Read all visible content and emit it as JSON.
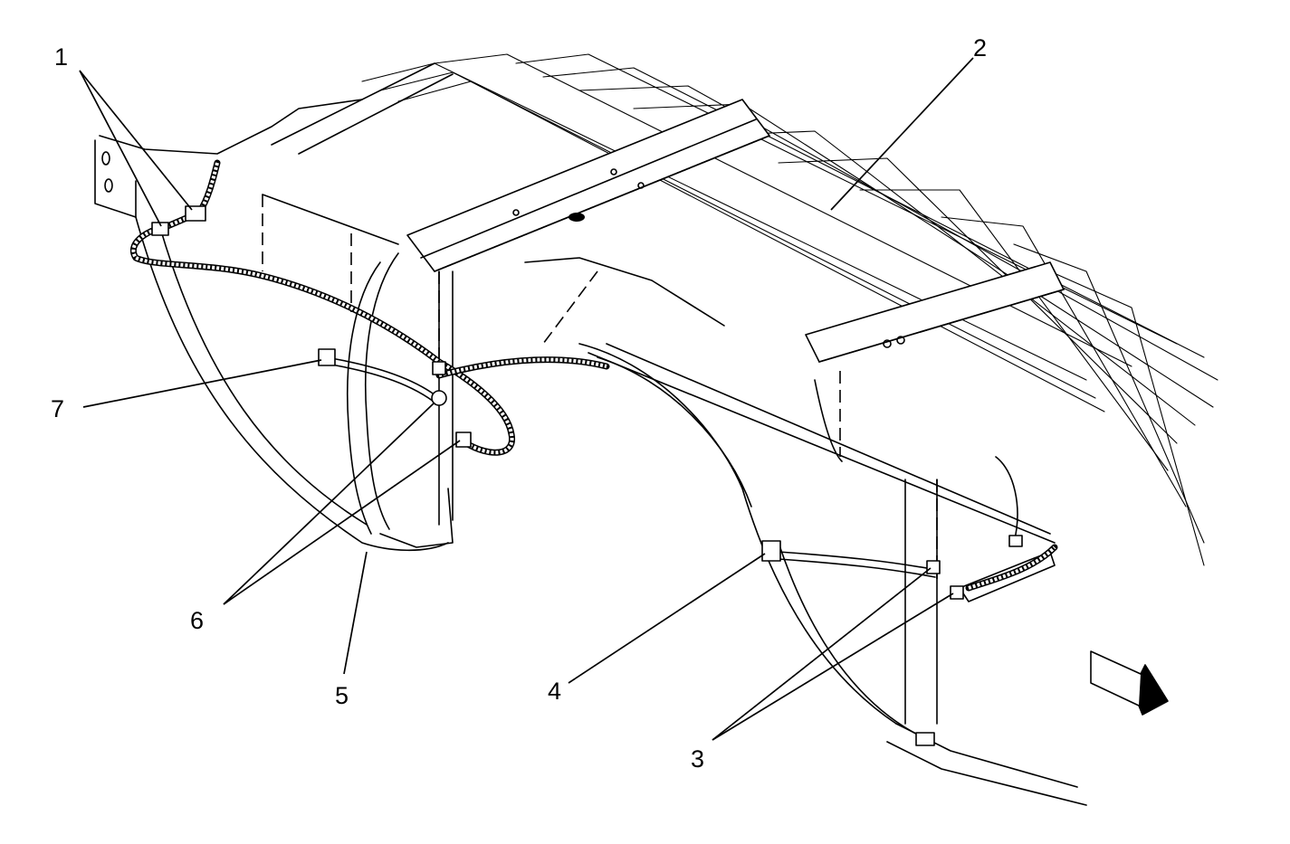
{
  "callouts": {
    "c1": "1",
    "c2": "2",
    "c3": "3",
    "c4": "4",
    "c5": "5",
    "c6": "6",
    "c7": "7"
  },
  "colors": {
    "line": "#000000",
    "background": "#ffffff"
  },
  "icons": {
    "direction_arrow": "front-direction-arrow-icon"
  }
}
